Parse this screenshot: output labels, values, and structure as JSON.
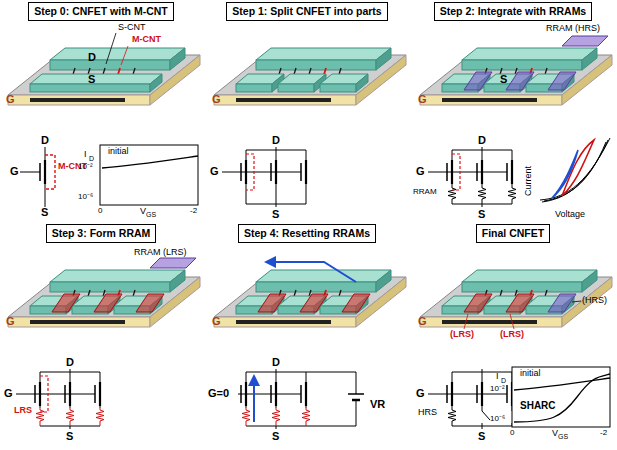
{
  "diagram": {
    "nodes": [
      {
        "text": [
          "Step 0: CNFET with M-CNT"
        ]
      },
      {
        "text": [
          "Step 1: Split CNFET into parts"
        ]
      },
      {
        "text": [
          "Step 2: Integrate with RRAMs"
        ]
      },
      {
        "text": [
          "Step 3: Form RRAM"
        ]
      },
      {
        "text": [
          "Step 4: Resetting RRAMs"
        ]
      },
      {
        "text": [
          "Final CNFET"
        ]
      }
    ],
    "labels": [
      "S-CNT",
      "M-CNT",
      "D",
      "S",
      "G",
      "D",
      "G",
      "M-CNT",
      "S",
      "initial",
      "I",
      "D",
      "10⁻²",
      "10⁻⁶",
      "0",
      "V",
      "GS",
      "-2",
      "G",
      "D",
      "G",
      "S",
      "RRAM (HRS)",
      "S",
      "G",
      "D",
      "G",
      "RRAM",
      "S",
      "Current",
      "Voltage",
      "RRAM (LRS)",
      "G",
      "D",
      "G",
      "LRS",
      "S",
      "G",
      "D",
      "G=0",
      "VR",
      "S",
      "(HRS)",
      "(LRS)",
      "(LRS)",
      "G",
      "G",
      "HRS",
      "S",
      "initial",
      "I",
      "D",
      "10⁻²",
      "10⁻⁶",
      "SHARC",
      "0",
      "V",
      "GS",
      "-2"
    ]
  }
}
